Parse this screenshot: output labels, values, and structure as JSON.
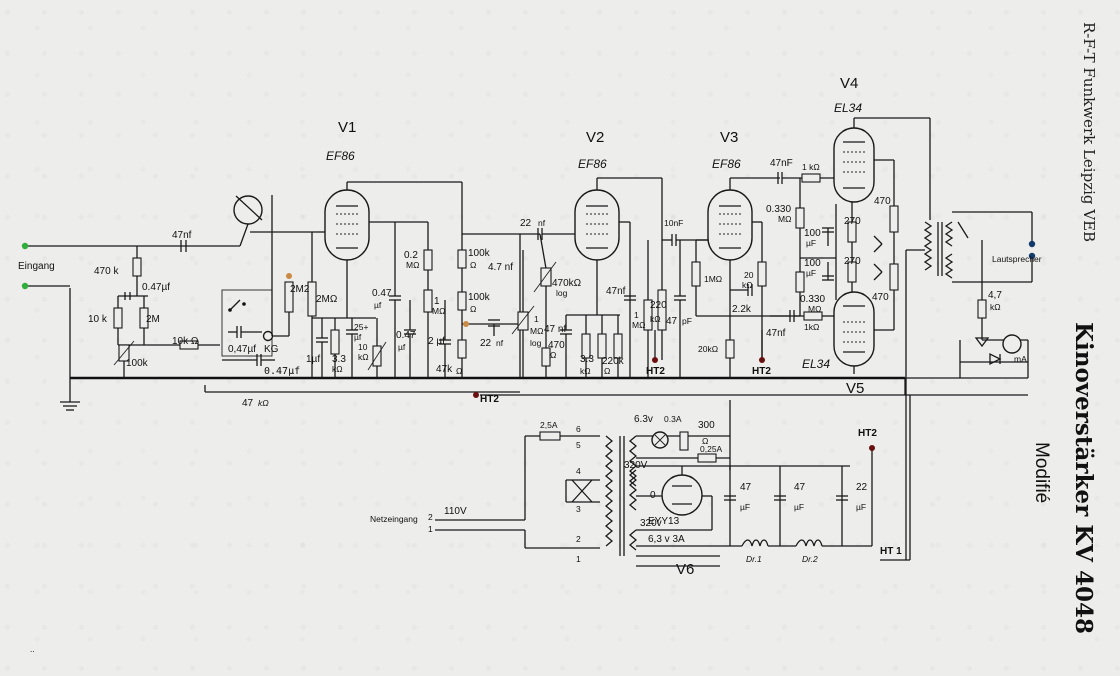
{
  "title": {
    "publisher": "R-F-T Funkwerk Leipzig VEB",
    "model": "Kinoverstärker KV 4048",
    "note": "Modifié"
  },
  "tubes": [
    {
      "id": "V1",
      "type": "EF86"
    },
    {
      "id": "V2",
      "type": "EF86"
    },
    {
      "id": "V3",
      "type": "EF86"
    },
    {
      "id": "V4",
      "type": "EL34"
    },
    {
      "id": "V5",
      "type": "EL34"
    },
    {
      "id": "V6",
      "type": "EYY13"
    }
  ],
  "ports": {
    "input": "Eingang",
    "speaker": "Lautsprecher",
    "mains": "Netzeingang",
    "mains_voltage": "110V",
    "kg": "KG"
  },
  "rails": {
    "ht1": "HT 1",
    "ht2": "HT2"
  },
  "components": {
    "c_in": "47nf",
    "r_470k": "470 k",
    "c_047a": "0.47µf",
    "r_10k": "10 k",
    "r_2M": "2M",
    "pot_100k": "100k",
    "r_10k_b": "10k Ω",
    "c_047b": "0,47µf",
    "c_047c": "0.47µf",
    "r_2M2": "2M2",
    "r_47k_fb": "47",
    "r_47k_fb_unit": "kΩ",
    "v1_grid": "2MΩ",
    "v1_c1u": "1µf",
    "v1_rk": "3.3",
    "v1_rk_unit": "kΩ",
    "v1_c25": "25+",
    "v1_c25u": "µf",
    "v1_r10": "10",
    "v1_r10u": "kΩ",
    "v1_c047": "0.47",
    "v1_c047u": "µf",
    "v1_c047b": "0.47",
    "v1_c047bu": "µf",
    "v1_r02": "0.2",
    "v1_r02u": "MΩ",
    "v1_r1": "1",
    "v1_r1u": "MΩ",
    "v1_c2u": "2 µf",
    "v1_r47k": "47k",
    "v1_r47k_u": "Ω",
    "ra_100k_a": "100k",
    "ra_100k_a_u": "Ω",
    "ra_100k_b": "100k",
    "ra_100k_b_u": "Ω",
    "c_22nf": "22",
    "c_22nf_u": "nf",
    "c_22nf_b": "22",
    "c_22nf_b_u": "nf",
    "c_47nf_tone": "4.7 nf",
    "pot_470k": "470kΩ",
    "pot_470k_log": "log",
    "pot_1M": "1",
    "pot_1M_u": "MΩ",
    "pot_1M_log": "log",
    "r_470": "470",
    "r_470_u": "Ω",
    "c_47nf_b": "47 nf",
    "v2_rk": "3.3",
    "v2_rk_u": "kΩ",
    "v2_220k": "220k",
    "v2_220k_u": "Ω",
    "v2_47nf": "47nf",
    "v2_1M": "1",
    "v2_1M_u": "MΩ",
    "v2_220": "220",
    "v2_220_u": "kΩ",
    "v2_47pf": "47",
    "v2_47pf_u": "pF",
    "c_10nf": "10nF",
    "v3_1M": "1MΩ",
    "v3_20k": "20",
    "v3_20k_u": "kΩ",
    "v3_2k2": "2.2k",
    "v3_20kb": "20kΩ",
    "c_47nf_v4": "47nF",
    "c_47nf_v5": "47nf",
    "r_1k_v4": "1 kΩ",
    "r_1k_v5": "1kΩ",
    "r_0330_a": "0.330",
    "r_0330_a_u": "MΩ",
    "r_0330_b": "0.330",
    "r_0330_b_u": "MΩ",
    "c_100_a": "100",
    "c_100_a_u": "µF",
    "c_100_b": "100",
    "c_100_b_u": "µF",
    "r_270_a": "270",
    "r_270_b": "270",
    "r_470_a": "470",
    "r_470_b": "470",
    "r_47k_out": "4,7",
    "r_47k_out_u": "kΩ",
    "meter": "mA",
    "fuse_in": "2,5A",
    "fuse_ht": "0,25A",
    "lamp": "6.3v",
    "lamp_a": "0.3A",
    "r_300": "300",
    "r_300_u": "Ω",
    "sec_320a": "320V",
    "sec_320b": "320v",
    "fil": "6,3 v 3A",
    "c_f1": "47",
    "c_f1_u": "µF",
    "c_f2": "47",
    "c_f2_u": "µF",
    "c_f3": "22",
    "c_f3_u": "µF",
    "dr1": "Dr.1",
    "dr2": "Dr.2",
    "tap_6": "6",
    "tap_5": "5",
    "tap_4": "4",
    "tap_3": "3",
    "tap_2": "2",
    "tap_1": "1",
    "zero": "0",
    "mains_2": "2",
    "mains_1": "1"
  },
  "pins": [
    "1",
    "2",
    "3",
    "6"
  ],
  "colors": {
    "node_green": "#2fae3e",
    "node_blue": "#123a6b",
    "node_red": "#6a0f0f",
    "node_orange": "#c98a45",
    "ink": "#111111"
  },
  "misc": {
    "dots": ".."
  }
}
